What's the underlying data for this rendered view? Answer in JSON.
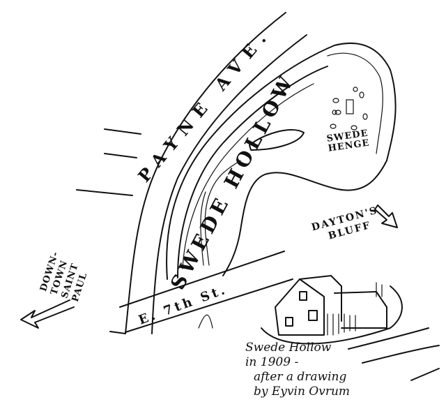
{
  "labels": {
    "street_payne": "PAYNE AVE.",
    "hollow": "SWEDE HOLLOW",
    "henge_line1": "SWEDE",
    "henge_line2": "HENGE",
    "bluff_line1": "DAYTON'S",
    "bluff_line2": "BLUFF",
    "downtown_line1": "DOWN-",
    "downtown_line2": "TOWN",
    "downtown_line3": "SAINT",
    "downtown_line4": "PAUL",
    "street_7th": "E. 7th St."
  },
  "caption": {
    "line1": "Swede Hollow",
    "line2": "in 1909 -",
    "line3": "after a drawing",
    "line4": "by Eyvin Ovrum"
  }
}
